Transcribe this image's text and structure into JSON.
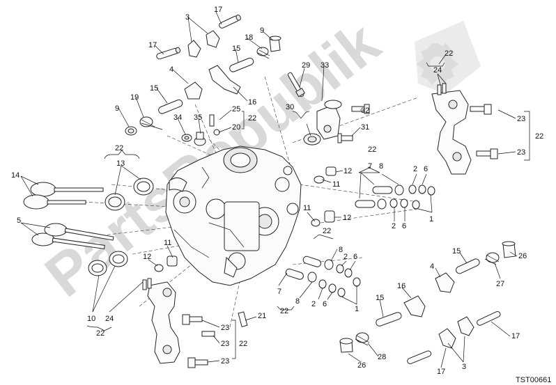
{
  "watermark": "PartsRepublik",
  "reference_code": "TST00661",
  "callouts": {
    "c_17a": "17",
    "c_3a": "3",
    "c_17b": "17",
    "c_9a": "9",
    "c_18": "18",
    "c_15a": "15",
    "c_4a": "4",
    "c_16a": "16",
    "c_15b": "15",
    "c_19": "19",
    "c_9b": "9",
    "c_34": "34",
    "c_35": "35",
    "c_25": "25",
    "c_20": "20",
    "c_22a": "22",
    "c_29": "29",
    "c_33": "33",
    "c_30": "30",
    "c_32": "32",
    "c_31": "31",
    "c_22b": "22",
    "c_24a": "24",
    "c_23a": "23",
    "c_23b": "23",
    "c_22c": "22",
    "c_22d": "22",
    "c_13": "13",
    "c_14": "14",
    "c_22e": "22",
    "c_7a": "7",
    "c_8a": "8",
    "c_2a": "2",
    "c_6a": "6",
    "c_12a": "12",
    "c_11a": "11",
    "c_1a": "1",
    "c_2b": "2",
    "c_6b": "6",
    "c_11b": "11",
    "c_12b": "12",
    "c_22f": "22",
    "c_5": "5",
    "c_8b": "8",
    "c_2c": "2",
    "c_6c": "6",
    "c_11c": "11",
    "c_12c": "12",
    "c_7b": "7",
    "c_8c": "8",
    "c_2d": "2",
    "c_6d": "6",
    "c_1b": "1",
    "c_22g": "22",
    "c_15c": "15",
    "c_26a": "26",
    "c_4b": "4",
    "c_27": "27",
    "c_16b": "16",
    "c_15d": "15",
    "c_17c": "17",
    "c_10": "10",
    "c_24b": "24",
    "c_22h": "22",
    "c_21": "21",
    "c_23c": "23",
    "c_23d": "23",
    "c_22i": "22",
    "c_23e": "23",
    "c_28": "28",
    "c_26b": "26",
    "c_17d": "17",
    "c_3b": "3"
  }
}
